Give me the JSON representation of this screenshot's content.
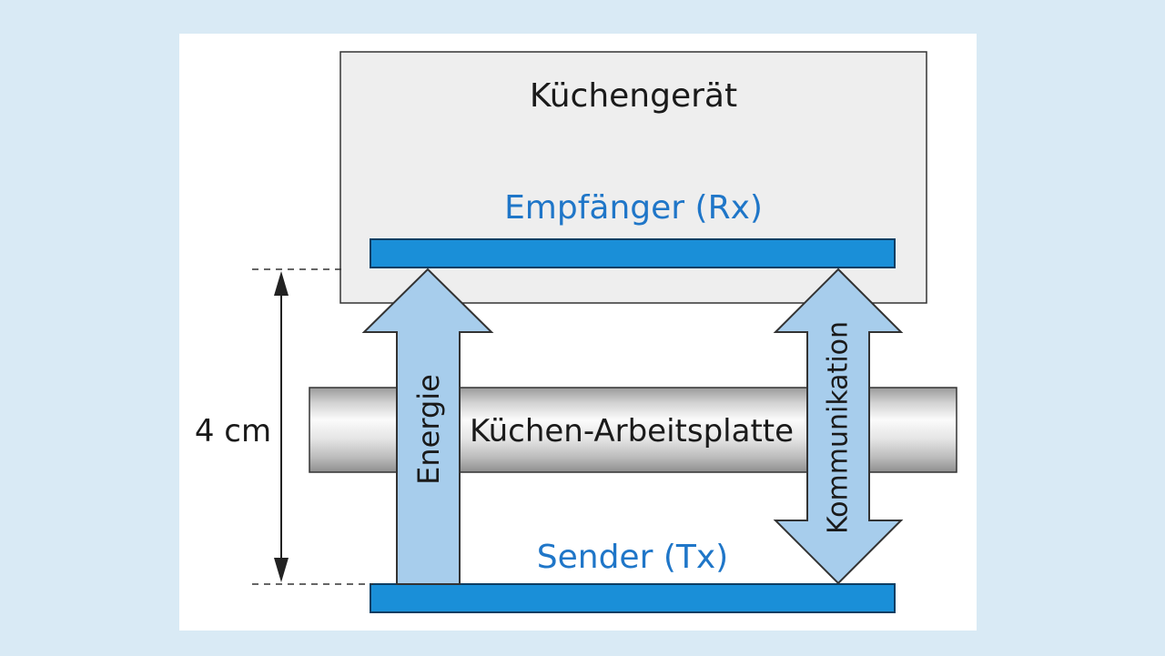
{
  "diagram": {
    "appliance_label": "Küchengerät",
    "receiver_label": "Empfänger (Rx)",
    "countertop_label": "Küchen-Arbeitsplatte",
    "sender_label": "Sender (Tx)",
    "energy_label": "Energie",
    "communication_label": "Kommunikation",
    "distance_label": "4 cm"
  },
  "colors": {
    "background": "#d9eaf5",
    "panel": "#ffffff",
    "appliance_fill": "#eeeeee",
    "coil_blue": "#1a8fd8",
    "arrow_fill": "#a7cdec",
    "label_blue": "#1f76c8"
  }
}
